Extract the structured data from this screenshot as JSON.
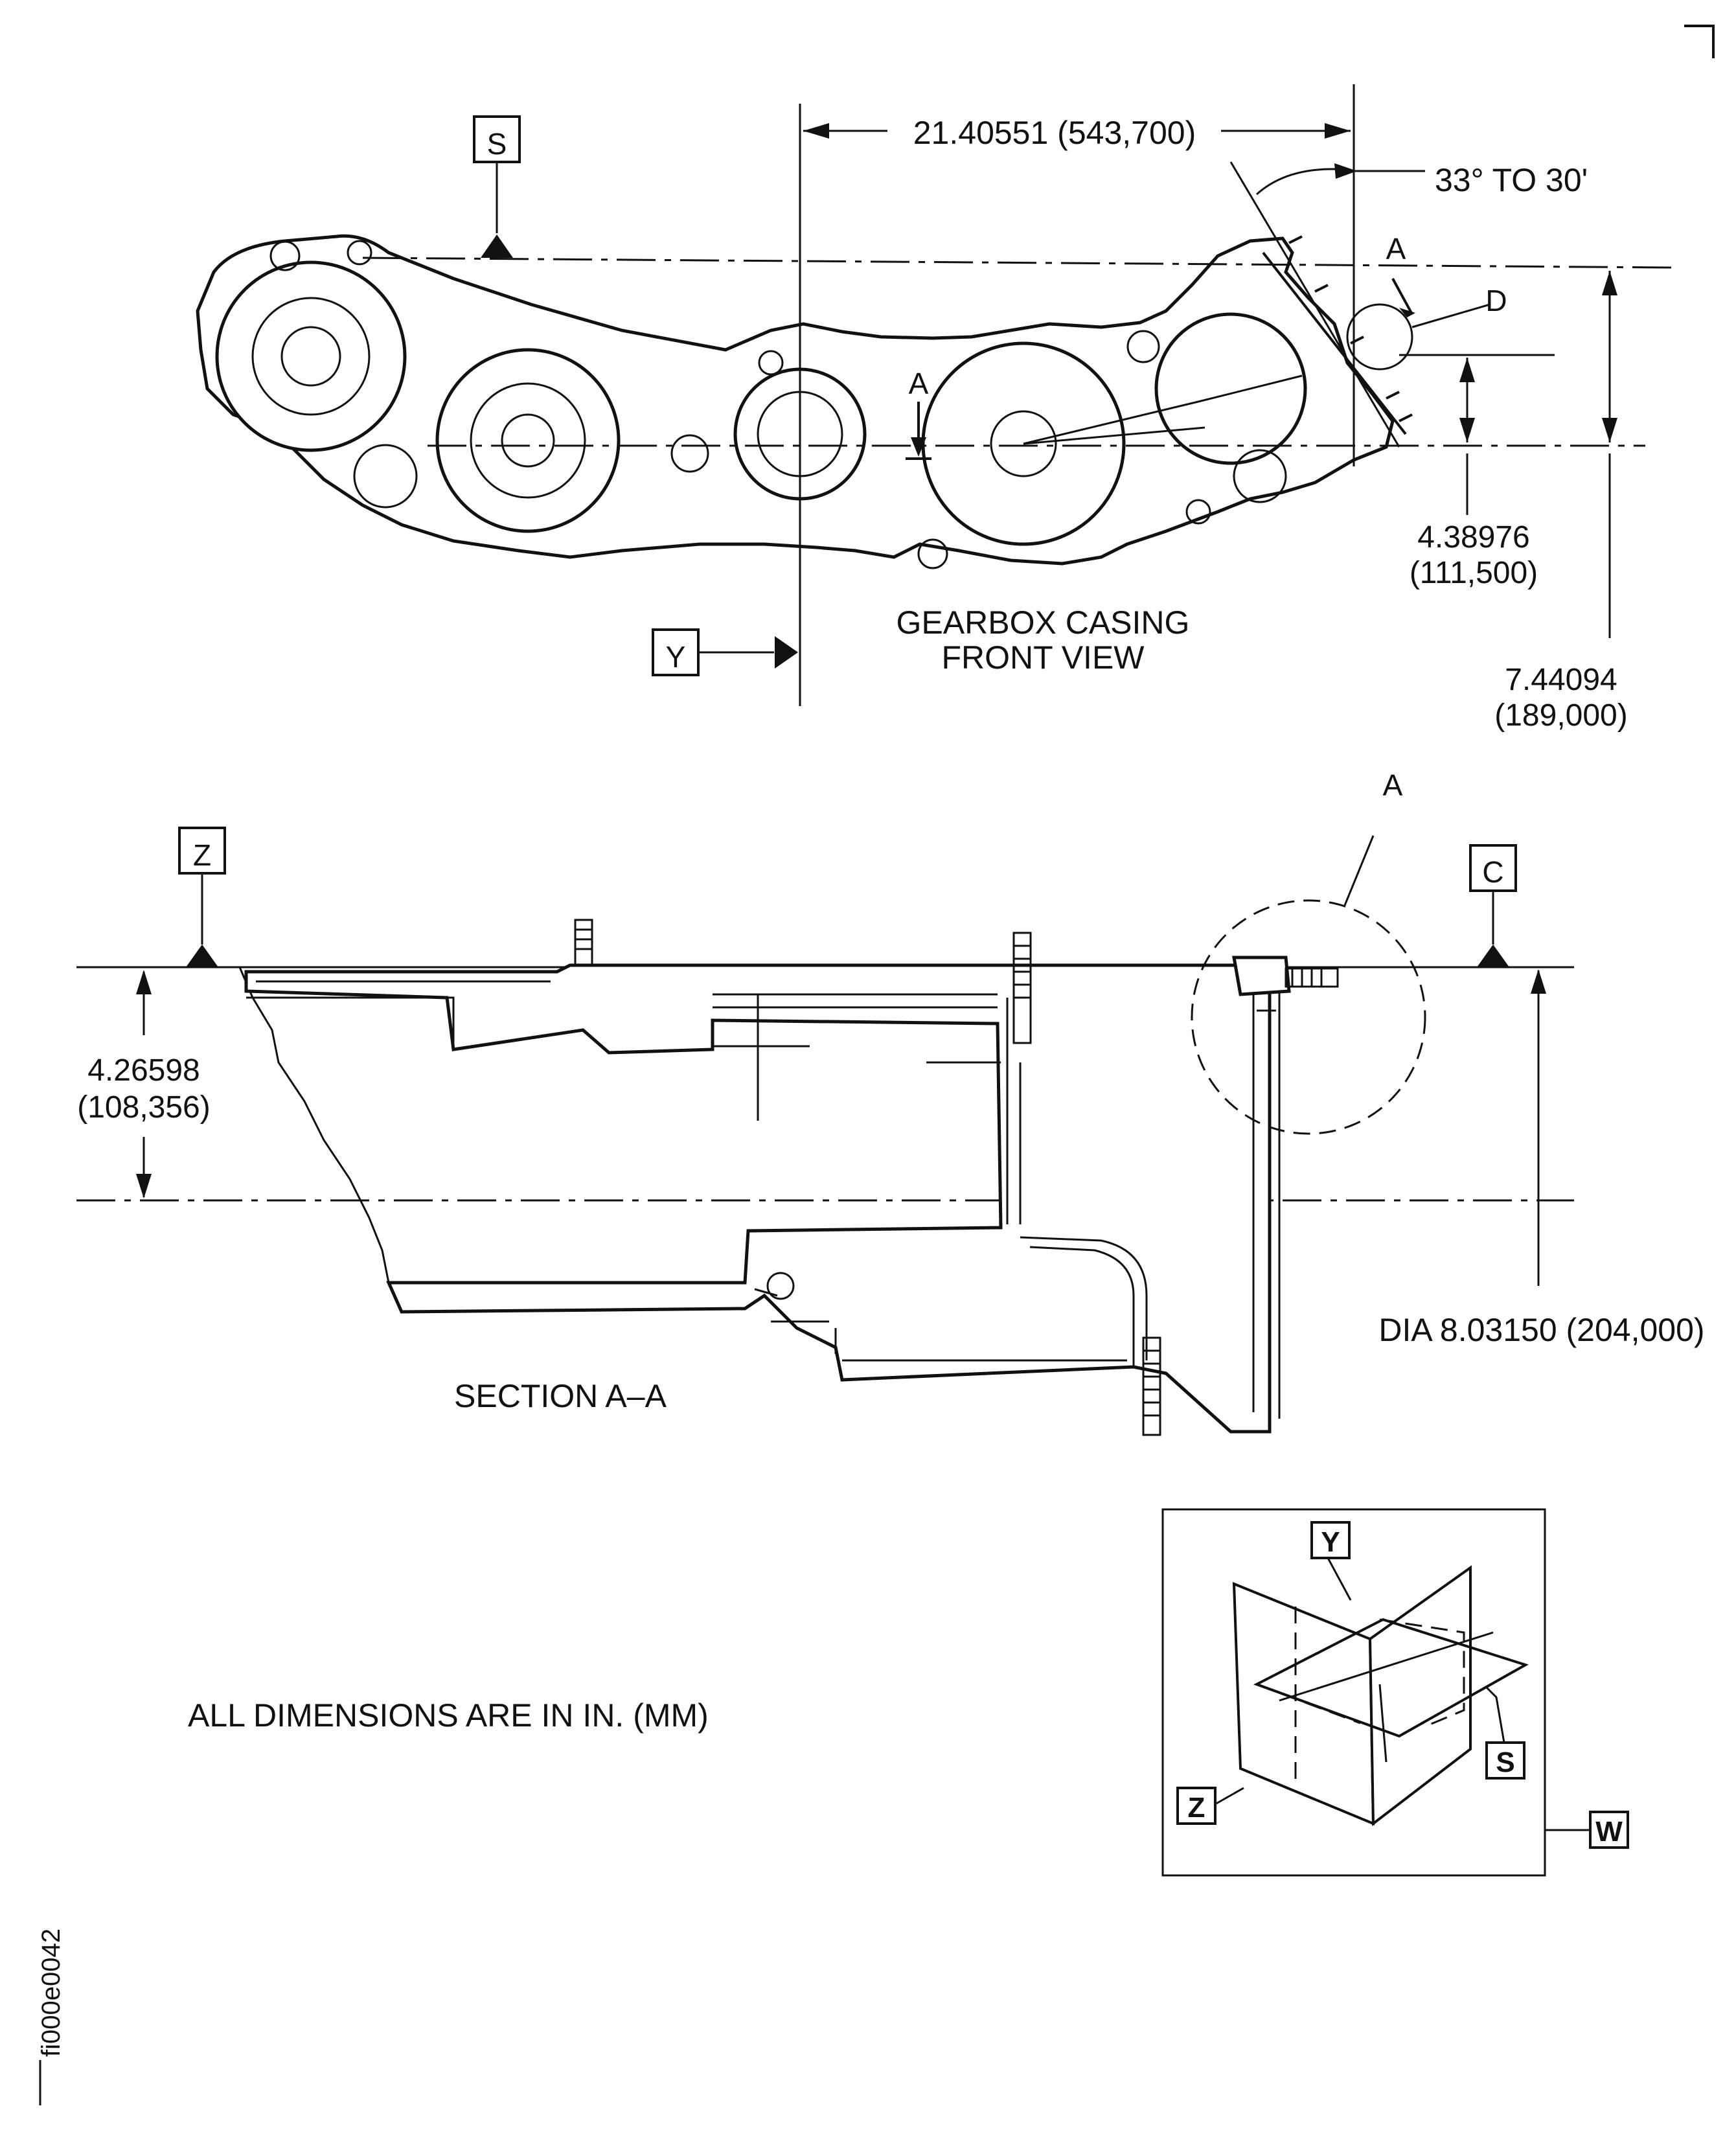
{
  "front_view": {
    "caption_line1": "GEARBOX CASING",
    "caption_line2": "FRONT VIEW",
    "dim_horizontal": "21.40551 (543,700)",
    "angle": "33° TO 30'",
    "dim_small_value": "4.38976",
    "dim_small_mm": "(111,500)",
    "dim_large_value": "7.44094",
    "dim_large_mm": "(189,000)",
    "section_arrow_top": "A",
    "section_arrow_mid": "A",
    "detail_label": "D"
  },
  "datums": {
    "s": "S",
    "y": "Y",
    "z": "Z",
    "c": "C",
    "w": "W"
  },
  "section": {
    "caption": "SECTION A–A",
    "detail_label": "A",
    "dim_left_value": "4.26598",
    "dim_left_mm": "(108,356)",
    "dim_dia": "DIA 8.03150 (204,000)"
  },
  "note": "ALL DIMENSIONS ARE IN IN. (MM)",
  "figure_id": "fi000e0042"
}
